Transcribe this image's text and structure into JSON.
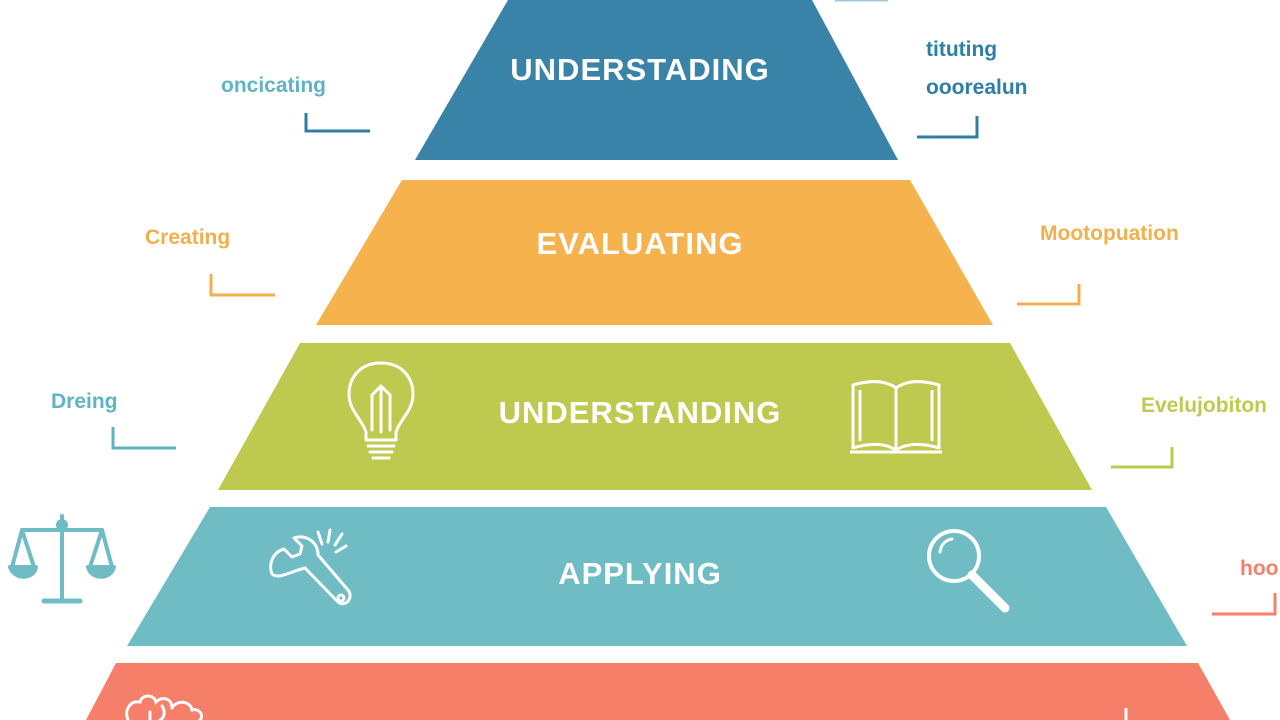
{
  "pyramid": {
    "tiers": [
      {
        "label": "UNDERSTADING",
        "color": "#3a83a8"
      },
      {
        "label": "EVALUATING",
        "color": "#f5b24d"
      },
      {
        "label": "UNDERSTANDING",
        "color": "#bdca4f"
      },
      {
        "label": "APPLYING",
        "color": "#6fbcc5"
      },
      {
        "label": "",
        "color": "#f57f69"
      }
    ]
  },
  "side_notes": {
    "left": [
      {
        "text": "oncicating",
        "color": "#5fb3c6"
      },
      {
        "text": "Creating",
        "color": "#f2b04d"
      },
      {
        "text": "Dreing",
        "color": "#5fb3c6"
      }
    ],
    "right": [
      {
        "text": "tituting",
        "color": "#2e7fa8"
      },
      {
        "text": "ooorealun",
        "color": "#2e7fa8"
      },
      {
        "text": "Mootopuation",
        "color": "#f2b04d"
      },
      {
        "text": "Evelujobiton",
        "color": "#bdca4f"
      },
      {
        "text": "hoo",
        "color": "#f57f69"
      }
    ]
  },
  "icons": {
    "tier_3_left": "lightbulb-icon",
    "tier_3_right": "open-book-icon",
    "tier_4_left": "wrench-icon",
    "tier_4_right": "magnifier-icon",
    "outer_left": "balance-scale-icon",
    "tier_5_left": "brain-icon"
  }
}
